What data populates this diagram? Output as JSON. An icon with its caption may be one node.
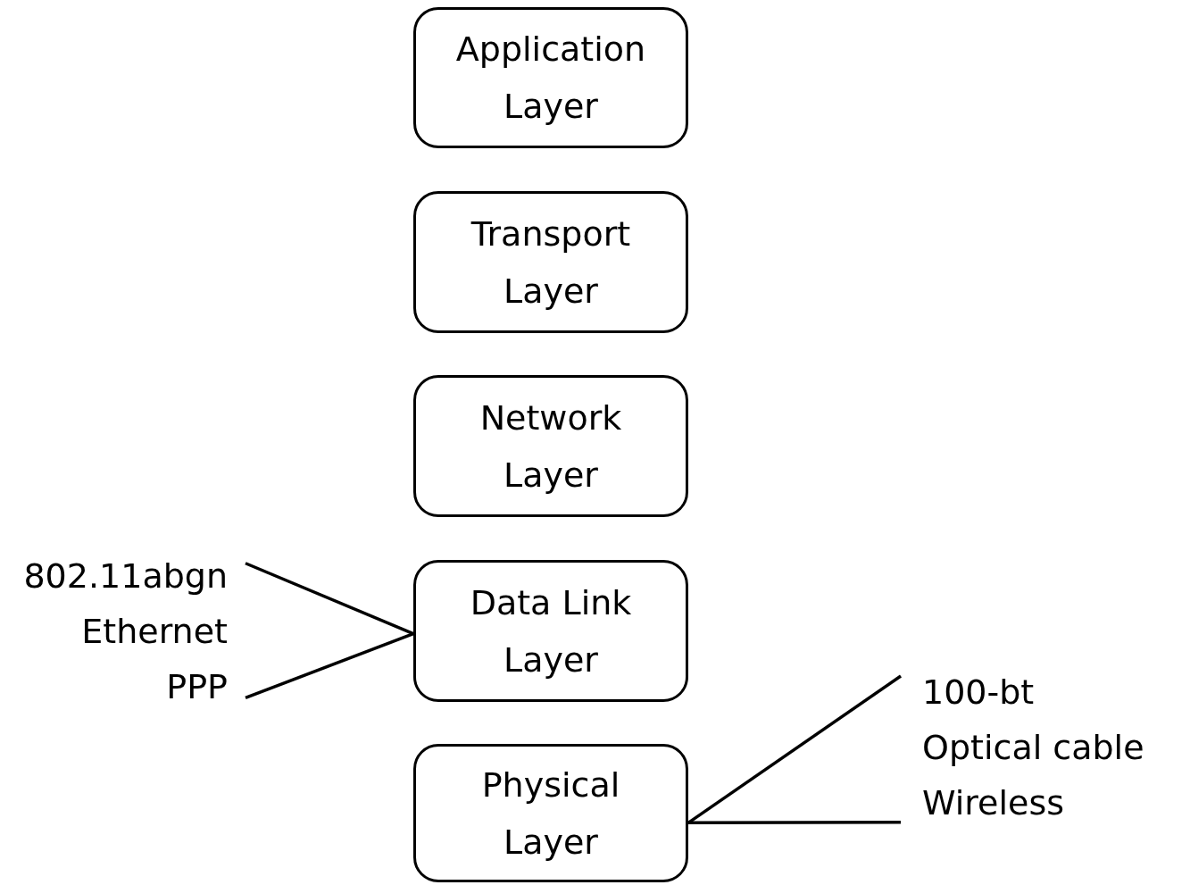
{
  "diagram": {
    "nodes": [
      {
        "text": [
          "Application Layer"
        ]
      },
      {
        "text": [
          "Transport Layer"
        ]
      },
      {
        "text": [
          "Network Layer"
        ]
      },
      {
        "text": [
          "Data Link Layer"
        ]
      },
      {
        "text": [
          "Physical Layer"
        ]
      },
      {
        "text": [
          "802.11abgn",
          "Ethernet",
          "PPP"
        ]
      },
      {
        "text": [
          "100-bt",
          "Optical cable",
          "Wireless"
        ]
      }
    ],
    "edges": [
      {
        "from": 5,
        "to": 3,
        "arrow": "none"
      },
      {
        "from": 5,
        "to": 3,
        "arrow": "none"
      },
      {
        "from": 6,
        "to": 4,
        "arrow": "none"
      },
      {
        "from": 6,
        "to": 4,
        "arrow": "none"
      }
    ]
  }
}
